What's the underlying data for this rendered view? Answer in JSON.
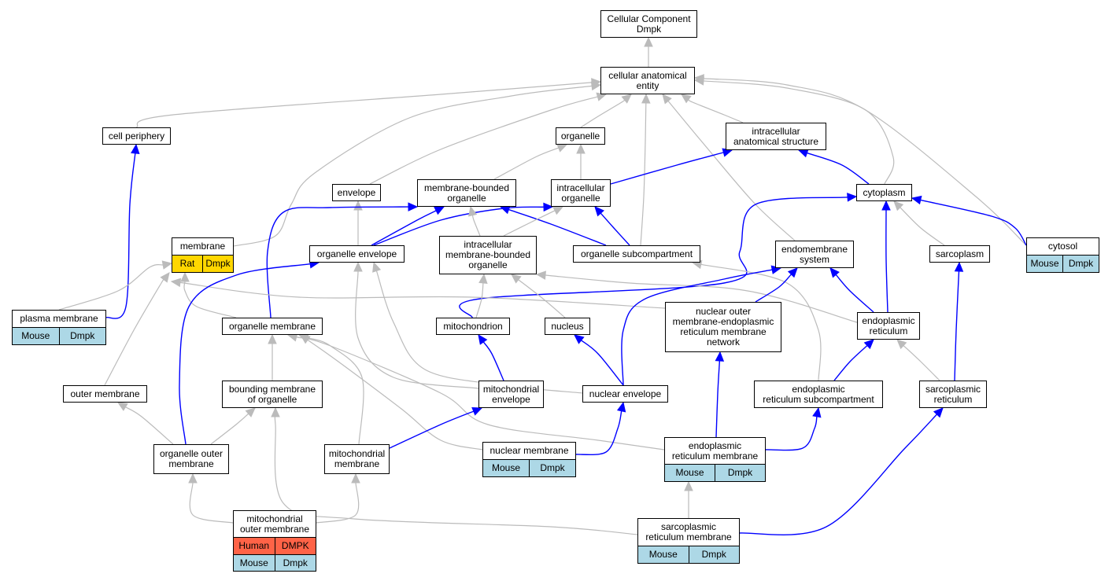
{
  "colors": {
    "isa_edge": "#BBBBBB",
    "partof_edge": "#0000FF",
    "mouse": "#ADD8E6",
    "rat": "#FFD700",
    "human": "#FF6347"
  },
  "nodes": [
    {
      "id": "cellular-component",
      "lines": [
        "Cellular Component",
        "Dmpk"
      ],
      "annotations": []
    },
    {
      "id": "cellular-anatomical-entity",
      "lines": [
        "cellular anatomical",
        "entity"
      ],
      "annotations": []
    },
    {
      "id": "cell-periphery",
      "lines": [
        "cell periphery"
      ],
      "annotations": []
    },
    {
      "id": "organelle",
      "lines": [
        "organelle"
      ],
      "annotations": []
    },
    {
      "id": "intracellular-anatomical-structure",
      "lines": [
        "intracellular",
        "anatomical structure"
      ],
      "annotations": []
    },
    {
      "id": "envelope",
      "lines": [
        "envelope"
      ],
      "annotations": []
    },
    {
      "id": "membrane-bounded-organelle",
      "lines": [
        "membrane-bounded",
        "organelle"
      ],
      "annotations": []
    },
    {
      "id": "intracellular-organelle",
      "lines": [
        "intracellular",
        "organelle"
      ],
      "annotations": []
    },
    {
      "id": "cytoplasm",
      "lines": [
        "cytoplasm"
      ],
      "annotations": []
    },
    {
      "id": "membrane",
      "lines": [
        "membrane"
      ],
      "annotations": [
        {
          "species": "Rat",
          "gene": "Dmpk",
          "kind": "rat"
        }
      ]
    },
    {
      "id": "organelle-envelope",
      "lines": [
        "organelle envelope"
      ],
      "annotations": []
    },
    {
      "id": "intracellular-membrane-bounded-organelle",
      "lines": [
        "intracellular",
        "membrane-bounded",
        "organelle"
      ],
      "annotations": []
    },
    {
      "id": "organelle-subcompartment",
      "lines": [
        "organelle subcompartment"
      ],
      "annotations": []
    },
    {
      "id": "endomembrane-system",
      "lines": [
        "endomembrane",
        "system"
      ],
      "annotations": []
    },
    {
      "id": "sarcoplasm",
      "lines": [
        "sarcoplasm"
      ],
      "annotations": []
    },
    {
      "id": "cytosol",
      "lines": [
        "cytosol"
      ],
      "annotations": [
        {
          "species": "Mouse",
          "gene": "Dmpk",
          "kind": "mouse"
        }
      ]
    },
    {
      "id": "plasma-membrane",
      "lines": [
        "plasma membrane"
      ],
      "annotations": [
        {
          "species": "Mouse",
          "gene": "Dmpk",
          "kind": "mouse"
        }
      ]
    },
    {
      "id": "organelle-membrane",
      "lines": [
        "organelle membrane"
      ],
      "annotations": []
    },
    {
      "id": "mitochondrion",
      "lines": [
        "mitochondrion"
      ],
      "annotations": []
    },
    {
      "id": "nucleus",
      "lines": [
        "nucleus"
      ],
      "annotations": []
    },
    {
      "id": "nuclear-outer-membrane-er-network",
      "lines": [
        "nuclear outer",
        "membrane-endoplasmic",
        "reticulum membrane",
        "network"
      ],
      "annotations": []
    },
    {
      "id": "endoplasmic-reticulum",
      "lines": [
        "endoplasmic",
        "reticulum"
      ],
      "annotations": []
    },
    {
      "id": "outer-membrane",
      "lines": [
        "outer membrane"
      ],
      "annotations": []
    },
    {
      "id": "bounding-membrane-of-organelle",
      "lines": [
        "bounding membrane",
        "of organelle"
      ],
      "annotations": []
    },
    {
      "id": "mitochondrial-envelope",
      "lines": [
        "mitochondrial",
        "envelope"
      ],
      "annotations": []
    },
    {
      "id": "nuclear-envelope",
      "lines": [
        "nuclear envelope"
      ],
      "annotations": []
    },
    {
      "id": "er-subcompartment",
      "lines": [
        "endoplasmic",
        "reticulum subcompartment"
      ],
      "annotations": []
    },
    {
      "id": "sarcoplasmic-reticulum",
      "lines": [
        "sarcoplasmic",
        "reticulum"
      ],
      "annotations": []
    },
    {
      "id": "organelle-outer-membrane",
      "lines": [
        "organelle outer",
        "membrane"
      ],
      "annotations": []
    },
    {
      "id": "mitochondrial-membrane",
      "lines": [
        "mitochondrial",
        "membrane"
      ],
      "annotations": []
    },
    {
      "id": "nuclear-membrane",
      "lines": [
        "nuclear membrane"
      ],
      "annotations": [
        {
          "species": "Mouse",
          "gene": "Dmpk",
          "kind": "mouse"
        }
      ]
    },
    {
      "id": "er-membrane",
      "lines": [
        "endoplasmic",
        "reticulum membrane"
      ],
      "annotations": [
        {
          "species": "Mouse",
          "gene": "Dmpk",
          "kind": "mouse"
        }
      ]
    },
    {
      "id": "mitochondrial-outer-membrane",
      "lines": [
        "mitochondrial",
        "outer membrane"
      ],
      "annotations": [
        {
          "species": "Human",
          "gene": "DMPK",
          "kind": "human"
        },
        {
          "species": "Mouse",
          "gene": "Dmpk",
          "kind": "mouse"
        }
      ]
    },
    {
      "id": "sr-membrane",
      "lines": [
        "sarcoplasmic",
        "reticulum membrane"
      ],
      "annotations": [
        {
          "species": "Mouse",
          "gene": "Dmpk",
          "kind": "mouse"
        }
      ]
    }
  ],
  "edges": [
    {
      "from": "cellular-anatomical-entity",
      "to": "cellular-component",
      "type": "is_a"
    },
    {
      "from": "cell-periphery",
      "to": "cellular-anatomical-entity",
      "type": "is_a"
    },
    {
      "from": "organelle",
      "to": "cellular-anatomical-entity",
      "type": "is_a"
    },
    {
      "from": "intracellular-anatomical-structure",
      "to": "cellular-anatomical-entity",
      "type": "is_a"
    },
    {
      "from": "envelope",
      "to": "cellular-anatomical-entity",
      "type": "is_a"
    },
    {
      "from": "membrane",
      "to": "cellular-anatomical-entity",
      "type": "is_a"
    },
    {
      "from": "organelle-subcompartment",
      "to": "cellular-anatomical-entity",
      "type": "is_a"
    },
    {
      "from": "endomembrane-system",
      "to": "cellular-anatomical-entity",
      "type": "is_a"
    },
    {
      "from": "cytoplasm",
      "to": "cellular-anatomical-entity",
      "type": "is_a"
    },
    {
      "from": "cytosol",
      "to": "cellular-anatomical-entity",
      "type": "is_a"
    },
    {
      "from": "plasma-membrane",
      "to": "cell-periphery",
      "type": "part_of"
    },
    {
      "from": "membrane-bounded-organelle",
      "to": "organelle",
      "type": "is_a"
    },
    {
      "from": "intracellular-organelle",
      "to": "organelle",
      "type": "is_a"
    },
    {
      "from": "intracellular-organelle",
      "to": "intracellular-anatomical-structure",
      "type": "part_of"
    },
    {
      "from": "cytoplasm",
      "to": "intracellular-anatomical-structure",
      "type": "part_of"
    },
    {
      "from": "organelle-envelope",
      "to": "envelope",
      "type": "is_a"
    },
    {
      "from": "organelle-envelope",
      "to": "membrane-bounded-organelle",
      "type": "part_of"
    },
    {
      "from": "organelle-envelope",
      "to": "intracellular-organelle",
      "type": "part_of"
    },
    {
      "from": "organelle-membrane",
      "to": "membrane-bounded-organelle",
      "type": "part_of"
    },
    {
      "from": "organelle-subcompartment",
      "to": "membrane-bounded-organelle",
      "type": "part_of"
    },
    {
      "from": "organelle-subcompartment",
      "to": "intracellular-organelle",
      "type": "part_of"
    },
    {
      "from": "intracellular-membrane-bounded-organelle",
      "to": "membrane-bounded-organelle",
      "type": "is_a"
    },
    {
      "from": "intracellular-membrane-bounded-organelle",
      "to": "intracellular-organelle",
      "type": "is_a"
    },
    {
      "from": "sarcoplasm",
      "to": "cytoplasm",
      "type": "is_a"
    },
    {
      "from": "cytosol",
      "to": "cytoplasm",
      "type": "part_of"
    },
    {
      "from": "mitochondrion",
      "to": "cytoplasm",
      "type": "part_of"
    },
    {
      "from": "endoplasmic-reticulum",
      "to": "cytoplasm",
      "type": "part_of"
    },
    {
      "from": "plasma-membrane",
      "to": "membrane",
      "type": "is_a"
    },
    {
      "from": "organelle-membrane",
      "to": "membrane",
      "type": "is_a"
    },
    {
      "from": "outer-membrane",
      "to": "membrane",
      "type": "is_a"
    },
    {
      "from": "nuclear-outer-membrane-er-network",
      "to": "membrane",
      "type": "is_a"
    },
    {
      "from": "organelle-outer-membrane",
      "to": "organelle-envelope",
      "type": "part_of"
    },
    {
      "from": "mitochondrial-envelope",
      "to": "organelle-envelope",
      "type": "is_a"
    },
    {
      "from": "nuclear-envelope",
      "to": "organelle-envelope",
      "type": "is_a"
    },
    {
      "from": "mitochondrion",
      "to": "intracellular-membrane-bounded-organelle",
      "type": "is_a"
    },
    {
      "from": "nucleus",
      "to": "intracellular-membrane-bounded-organelle",
      "type": "is_a"
    },
    {
      "from": "endoplasmic-reticulum",
      "to": "intracellular-membrane-bounded-organelle",
      "type": "is_a"
    },
    {
      "from": "er-subcompartment",
      "to": "organelle-subcompartment",
      "type": "is_a"
    },
    {
      "from": "nuclear-outer-membrane-er-network",
      "to": "endomembrane-system",
      "type": "part_of"
    },
    {
      "from": "endoplasmic-reticulum",
      "to": "endomembrane-system",
      "type": "part_of"
    },
    {
      "from": "nuclear-envelope",
      "to": "endomembrane-system",
      "type": "part_of"
    },
    {
      "from": "sarcoplasmic-reticulum",
      "to": "sarcoplasm",
      "type": "part_of"
    },
    {
      "from": "bounding-membrane-of-organelle",
      "to": "organelle-membrane",
      "type": "is_a"
    },
    {
      "from": "mitochondrial-membrane",
      "to": "organelle-membrane",
      "type": "is_a"
    },
    {
      "from": "nuclear-membrane",
      "to": "organelle-membrane",
      "type": "is_a"
    },
    {
      "from": "er-membrane",
      "to": "organelle-membrane",
      "type": "is_a"
    },
    {
      "from": "mitochondrial-envelope",
      "to": "mitochondrion",
      "type": "part_of"
    },
    {
      "from": "nuclear-envelope",
      "to": "nucleus",
      "type": "part_of"
    },
    {
      "from": "er-membrane",
      "to": "nuclear-outer-membrane-er-network",
      "type": "part_of"
    },
    {
      "from": "er-subcompartment",
      "to": "endoplasmic-reticulum",
      "type": "part_of"
    },
    {
      "from": "sarcoplasmic-reticulum",
      "to": "endoplasmic-reticulum",
      "type": "is_a"
    },
    {
      "from": "organelle-outer-membrane",
      "to": "outer-membrane",
      "type": "is_a"
    },
    {
      "from": "organelle-outer-membrane",
      "to": "bounding-membrane-of-organelle",
      "type": "is_a"
    },
    {
      "from": "mitochondrial-membrane",
      "to": "mitochondrial-envelope",
      "type": "part_of"
    },
    {
      "from": "nuclear-membrane",
      "to": "nuclear-envelope",
      "type": "part_of"
    },
    {
      "from": "er-membrane",
      "to": "er-subcompartment",
      "type": "part_of"
    },
    {
      "from": "sr-membrane",
      "to": "sarcoplasmic-reticulum",
      "type": "part_of"
    },
    {
      "from": "mitochondrial-outer-membrane",
      "to": "organelle-outer-membrane",
      "type": "is_a"
    },
    {
      "from": "mitochondrial-outer-membrane",
      "to": "mitochondrial-membrane",
      "type": "is_a"
    },
    {
      "from": "sr-membrane",
      "to": "er-membrane",
      "type": "is_a"
    },
    {
      "from": "sr-membrane",
      "to": "bounding-membrane-of-organelle",
      "type": "is_a"
    }
  ]
}
